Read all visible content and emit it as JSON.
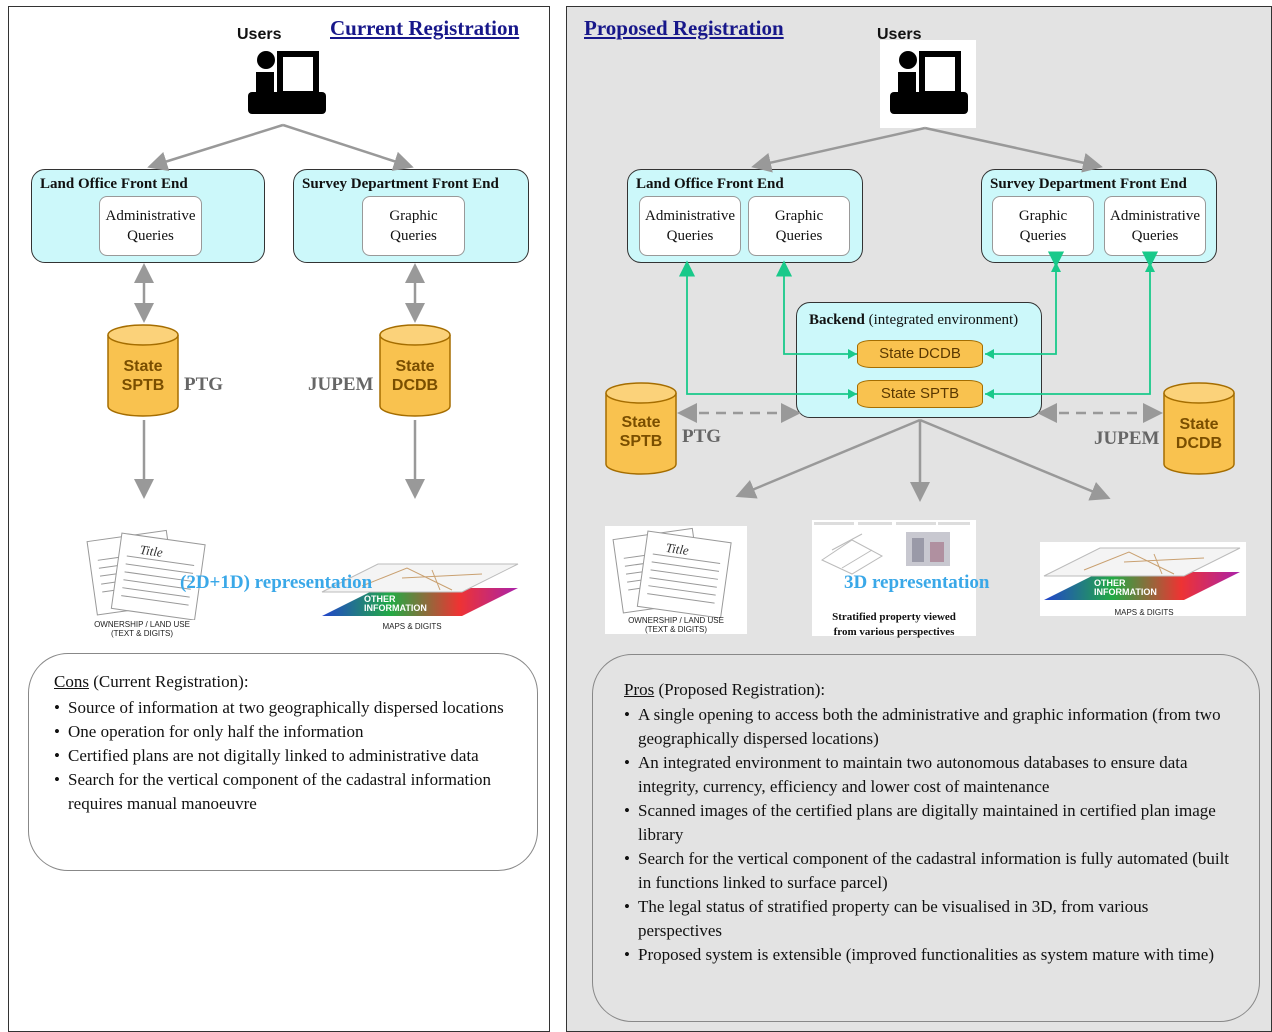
{
  "left": {
    "heading": "Current Registration",
    "users_label": "Users",
    "land_office": {
      "title": "Land Office Front End",
      "queries": [
        "Administrative",
        "Queries"
      ]
    },
    "survey_dept": {
      "title": "Survey Department Front End",
      "queries": [
        "Graphic",
        "Queries"
      ]
    },
    "db_sptb": {
      "line1": "State",
      "line2": "SPTB",
      "side": "PTG"
    },
    "db_dcdb": {
      "line1": "State",
      "line2": "DCDB",
      "side": "JUPEM"
    },
    "title_card_word": "Title",
    "ownership_label": [
      "OWNERSHIP / LAND USE",
      "(TEXT & DIGITS)"
    ],
    "representation": "(2D+1D) representation",
    "other_info": [
      "OTHER",
      "INFORMATION"
    ],
    "maps_label": "MAPS & DIGITS",
    "cons": {
      "title_underlined": "Cons",
      "title_rest": " (Current Registration):",
      "items": [
        "Source of information at two geographically dispersed locations",
        "One operation for only half the information",
        "Certified plans are not digitally linked to administrative data",
        "Search for the vertical component of the cadastral information requires manual manoeuvre"
      ]
    }
  },
  "right": {
    "heading": "Proposed Registration",
    "users_label": "Users",
    "land_office": {
      "title": "Land Office Front End",
      "q1": [
        "Administrative",
        "Queries"
      ],
      "q2": [
        "Graphic",
        "Queries"
      ]
    },
    "survey_dept": {
      "title": "Survey Department Front End",
      "q1": [
        "Graphic",
        "Queries"
      ],
      "q2": [
        "Administrative",
        "Queries"
      ]
    },
    "backend": {
      "title_bold": "Backend",
      "title_rest": " (integrated environment)",
      "db1": "State DCDB",
      "db2": "State SPTB"
    },
    "db_sptb": {
      "line1": "State",
      "line2": "SPTB",
      "side": "PTG"
    },
    "db_dcdb": {
      "line1": "State",
      "line2": "DCDB",
      "side": "JUPEM"
    },
    "title_card_word": "Title",
    "ownership_label": [
      "OWNERSHIP / LAND USE",
      "(TEXT & DIGITS)"
    ],
    "representation": "3D representation",
    "stratified": [
      "Stratified property viewed",
      "from various perspectives"
    ],
    "other_info": [
      "OTHER",
      "INFORMATION"
    ],
    "maps_label": "MAPS & DIGITS",
    "pros": {
      "title_underlined": "Pros",
      "title_rest": " (Proposed Registration):",
      "items": [
        "A single opening to access both the administrative and graphic information (from two geographically dispersed locations)",
        "An integrated environment to maintain two autonomous databases to ensure data integrity, currency, efficiency and lower cost of maintenance",
        "Scanned images of the certified plans are digitally maintained in certified plan image library",
        "Search for the vertical component of the cadastral information is fully automated (built in functions linked to surface parcel)",
        "The legal status of stratified property can be visualised in 3D, from various perspectives",
        "Proposed system is extensible (improved functionalities as system mature with time)"
      ]
    }
  },
  "colors": {
    "heading": "#17178a",
    "frontend_fill": "#ccf8fa",
    "db_fill": "#f9c24f",
    "green_arrow": "#19c98a",
    "gray_arrow": "#999999",
    "representation": "#3aa8e8"
  },
  "icons": [
    "user-at-computer-icon",
    "document-stack-icon",
    "layered-map-icon"
  ]
}
